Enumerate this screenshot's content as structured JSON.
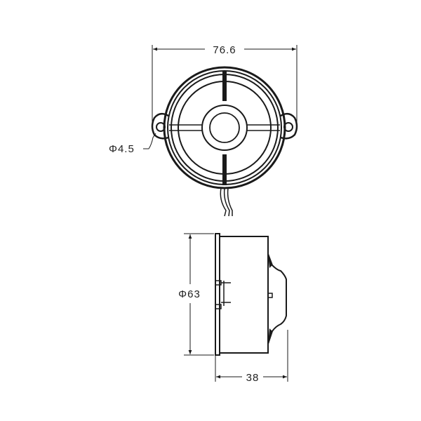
{
  "drawing": {
    "front_view": {
      "width_dimension": "76.6",
      "hole_diameter": "Φ4.5"
    },
    "side_view": {
      "diameter_dimension": "Φ63",
      "depth_dimension": "38"
    },
    "line_color": "#1a1a1a"
  }
}
